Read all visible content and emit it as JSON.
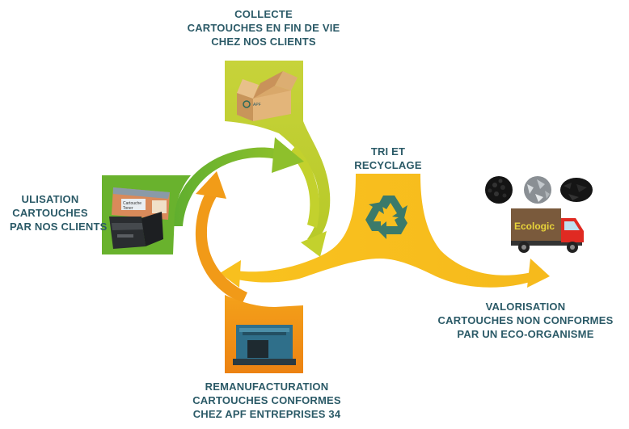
{
  "steps": {
    "collecte": {
      "lines": [
        "COLLECTE",
        "CARTOUCHES EN FIN DE VIE",
        "CHEZ NOS CLIENTS"
      ]
    },
    "utilisation": {
      "lines": [
        "ULISATION",
        "CARTOUCHES",
        "PAR NOS CLIENTS"
      ]
    },
    "tri": {
      "lines": [
        "TRI ET",
        "RECYCLAGE"
      ]
    },
    "remanufacturation": {
      "lines": [
        "REMANUFACTURATION",
        "CARTOUCHES CONFORMES",
        "CHEZ APF ENTREPRISES 34"
      ]
    },
    "valorisation": {
      "lines": [
        "VALORISATION",
        "CARTOUCHES NON CONFORMES",
        "PAR UN ECO-ORGANISME"
      ]
    }
  },
  "truck_logo": "Ecologic",
  "box_stamp": "APF",
  "cartridge_box_text": [
    "Cartouche",
    "Toner"
  ],
  "colors": {
    "text": "#2b5a67",
    "green": "#6fb52c",
    "lime": "#b9cc2c",
    "yellow": "#f7bd1e",
    "orange": "#ef8b12"
  },
  "icons": [
    "cardboard-box-icon",
    "toner-cartridge-icon",
    "recycle-icon",
    "factory-icon",
    "truck-icon"
  ]
}
